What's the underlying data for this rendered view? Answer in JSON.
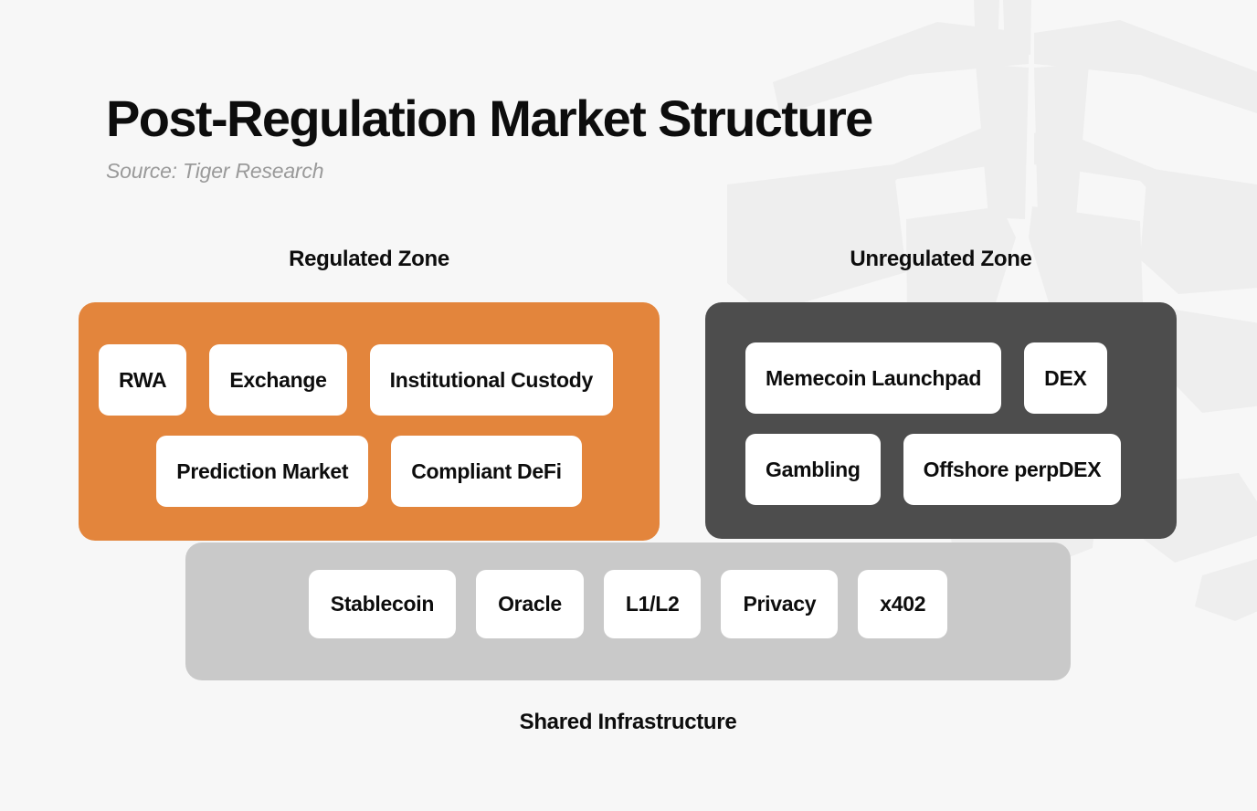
{
  "header": {
    "title": "Post-Regulation Market Structure",
    "source": "Source: Tiger Research"
  },
  "colors": {
    "background": "#F7F7F7",
    "regulated_zone": "#E3853C",
    "unregulated_zone": "#4D4D4D",
    "shared_infrastructure": "#C9C9C9",
    "chip": "#FFFFFF",
    "text": "#0D0D0D",
    "source_text": "#9A9A9A",
    "watermark": "#EFEFEF"
  },
  "zones": {
    "regulated": {
      "label": "Regulated Zone",
      "rows": [
        [
          "RWA",
          "Exchange",
          "Institutional Custody"
        ],
        [
          "Prediction Market",
          "Compliant DeFi"
        ]
      ]
    },
    "unregulated": {
      "label": "Unregulated Zone",
      "rows": [
        [
          "Memecoin Launchpad",
          "DEX"
        ],
        [
          "Gambling",
          "Offshore perpDEX"
        ]
      ]
    }
  },
  "shared_infrastructure": {
    "label": "Shared Infrastructure",
    "items": [
      "Stablecoin",
      "Oracle",
      "L1/L2",
      "Privacy",
      "x402"
    ]
  }
}
